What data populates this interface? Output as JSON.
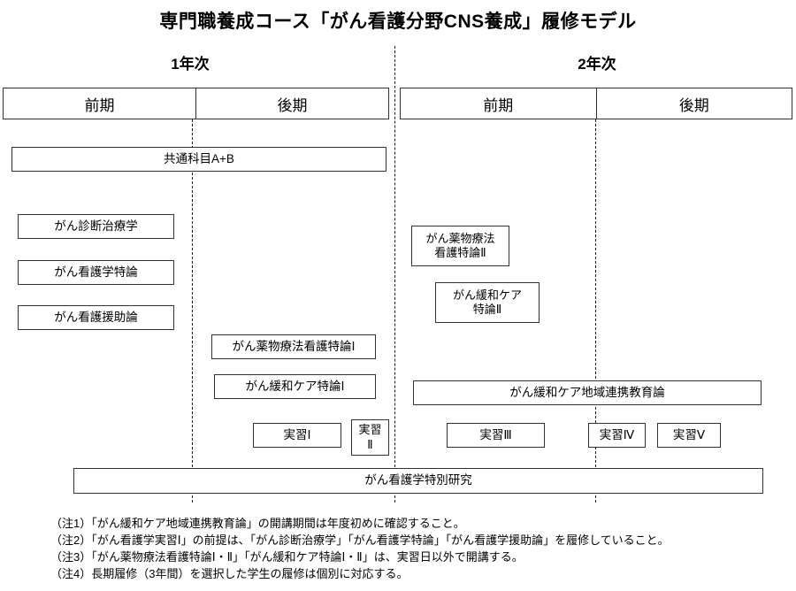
{
  "title": "専門職養成コース「がん看護分野CNS養成」履修モデル",
  "years": [
    {
      "label": "1年次"
    },
    {
      "label": "2年次"
    }
  ],
  "semesters": {
    "year1": [
      {
        "label": "前期"
      },
      {
        "label": "後期"
      }
    ],
    "year2": [
      {
        "label": "前期"
      },
      {
        "label": "後期"
      }
    ]
  },
  "courses": [
    {
      "id": "common-subjects",
      "label": "共通科目A+B"
    },
    {
      "id": "cancer-diagnosis",
      "label": "がん診断治療学"
    },
    {
      "id": "cancer-nursing-theory",
      "label": "がん看護学特論"
    },
    {
      "id": "cancer-nursing-support",
      "label": "がん看護援助論"
    },
    {
      "id": "chemo-nursing-1",
      "label": "がん薬物療法看護特論Ⅰ"
    },
    {
      "id": "palliative-care-1",
      "label": "がん緩和ケア特論Ⅰ"
    },
    {
      "id": "chemo-nursing-2-l1",
      "label": "がん薬物療法"
    },
    {
      "id": "chemo-nursing-2-l2",
      "label": "看護特論Ⅱ"
    },
    {
      "id": "palliative-care-2-l1",
      "label": "がん緩和ケア"
    },
    {
      "id": "palliative-care-2-l2",
      "label": "特論Ⅱ"
    },
    {
      "id": "regional-collab",
      "label": "がん緩和ケア地域連携教育論"
    },
    {
      "id": "practicum-1",
      "label": "実習Ⅰ"
    },
    {
      "id": "practicum-2-l1",
      "label": "実習"
    },
    {
      "id": "practicum-2-l2",
      "label": "Ⅱ"
    },
    {
      "id": "practicum-3",
      "label": "実習Ⅲ"
    },
    {
      "id": "practicum-4",
      "label": "実習Ⅳ"
    },
    {
      "id": "practicum-5",
      "label": "実習Ⅴ"
    },
    {
      "id": "special-research",
      "label": "がん看護学特別研究"
    }
  ],
  "notes": [
    {
      "label": "（注1）「がん緩和ケア地域連携教育論」の開講期間は年度初めに確認すること。"
    },
    {
      "label": "（注2）「がん看護学実習Ⅰ」の前提は、「がん診断治療学」「がん看護学特論」「がん看護学援助論」を履修していること。"
    },
    {
      "label": "（注3）「がん薬物療法看護特論Ⅰ・Ⅱ」「がん緩和ケア特論Ⅰ・Ⅱ」は、実習日以外で開講する。"
    },
    {
      "label": "（注4）長期履修（3年間）を選択した学生の履修は個別に対応する。"
    }
  ],
  "colors": {
    "border": "#333333",
    "divider": "#1a1a1a",
    "background": "#ffffff",
    "text": "#000000"
  }
}
